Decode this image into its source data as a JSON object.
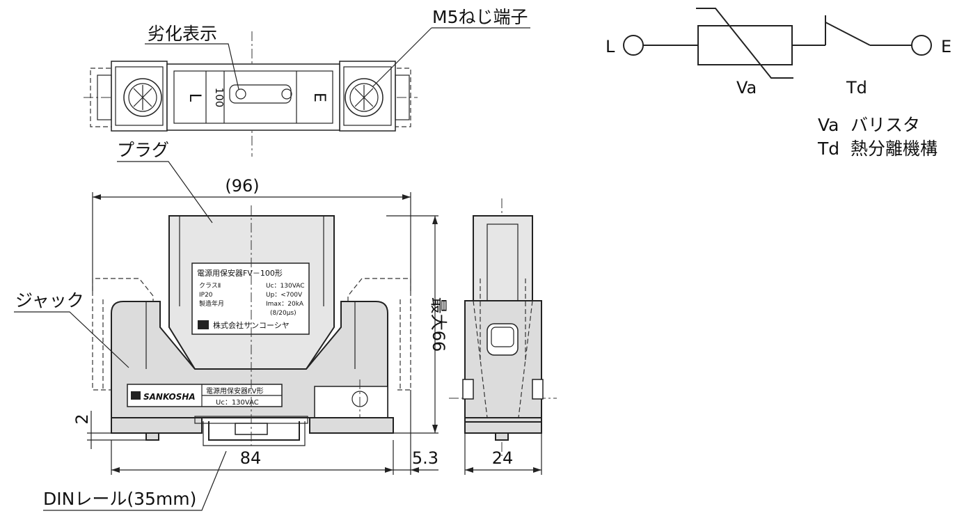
{
  "labels": {
    "degradation_indicator": "劣化表示",
    "m5_terminal": "M5ねじ端子",
    "plug": "プラグ",
    "jack": "ジャック",
    "din_rail": "DINレール(35mm)"
  },
  "dimensions": {
    "width_96": "(96)",
    "height_66": "最大66",
    "width_84": "84",
    "offset_5_3": "5.3",
    "depth_24": "24",
    "height_2": "2"
  },
  "top_view": {
    "terminal_l": "L",
    "terminal_e": "E",
    "model_no": "100"
  },
  "schematic": {
    "terminal_l": "L",
    "terminal_e": "E",
    "va": "Va",
    "td": "Td",
    "legend_va_key": "Va",
    "legend_va_desc": "バリスタ",
    "legend_td_key": "Td",
    "legend_td_desc": "熱分離機構"
  },
  "plug_label": {
    "title": "電源用保安器FV－100形",
    "class": "クラスⅡ",
    "ip": "IP20",
    "mfg": "製造年月",
    "uc": "Uc：130VAC",
    "up": "Up：<700V",
    "imax": "Imax：20kA",
    "wave": "(8/20μs)",
    "maker": "株式会社サンコーシヤ"
  },
  "jack_label": {
    "brand": "SANKOSHA",
    "title": "電源用保安器FV形",
    "uc": "Uc：130VAC"
  }
}
